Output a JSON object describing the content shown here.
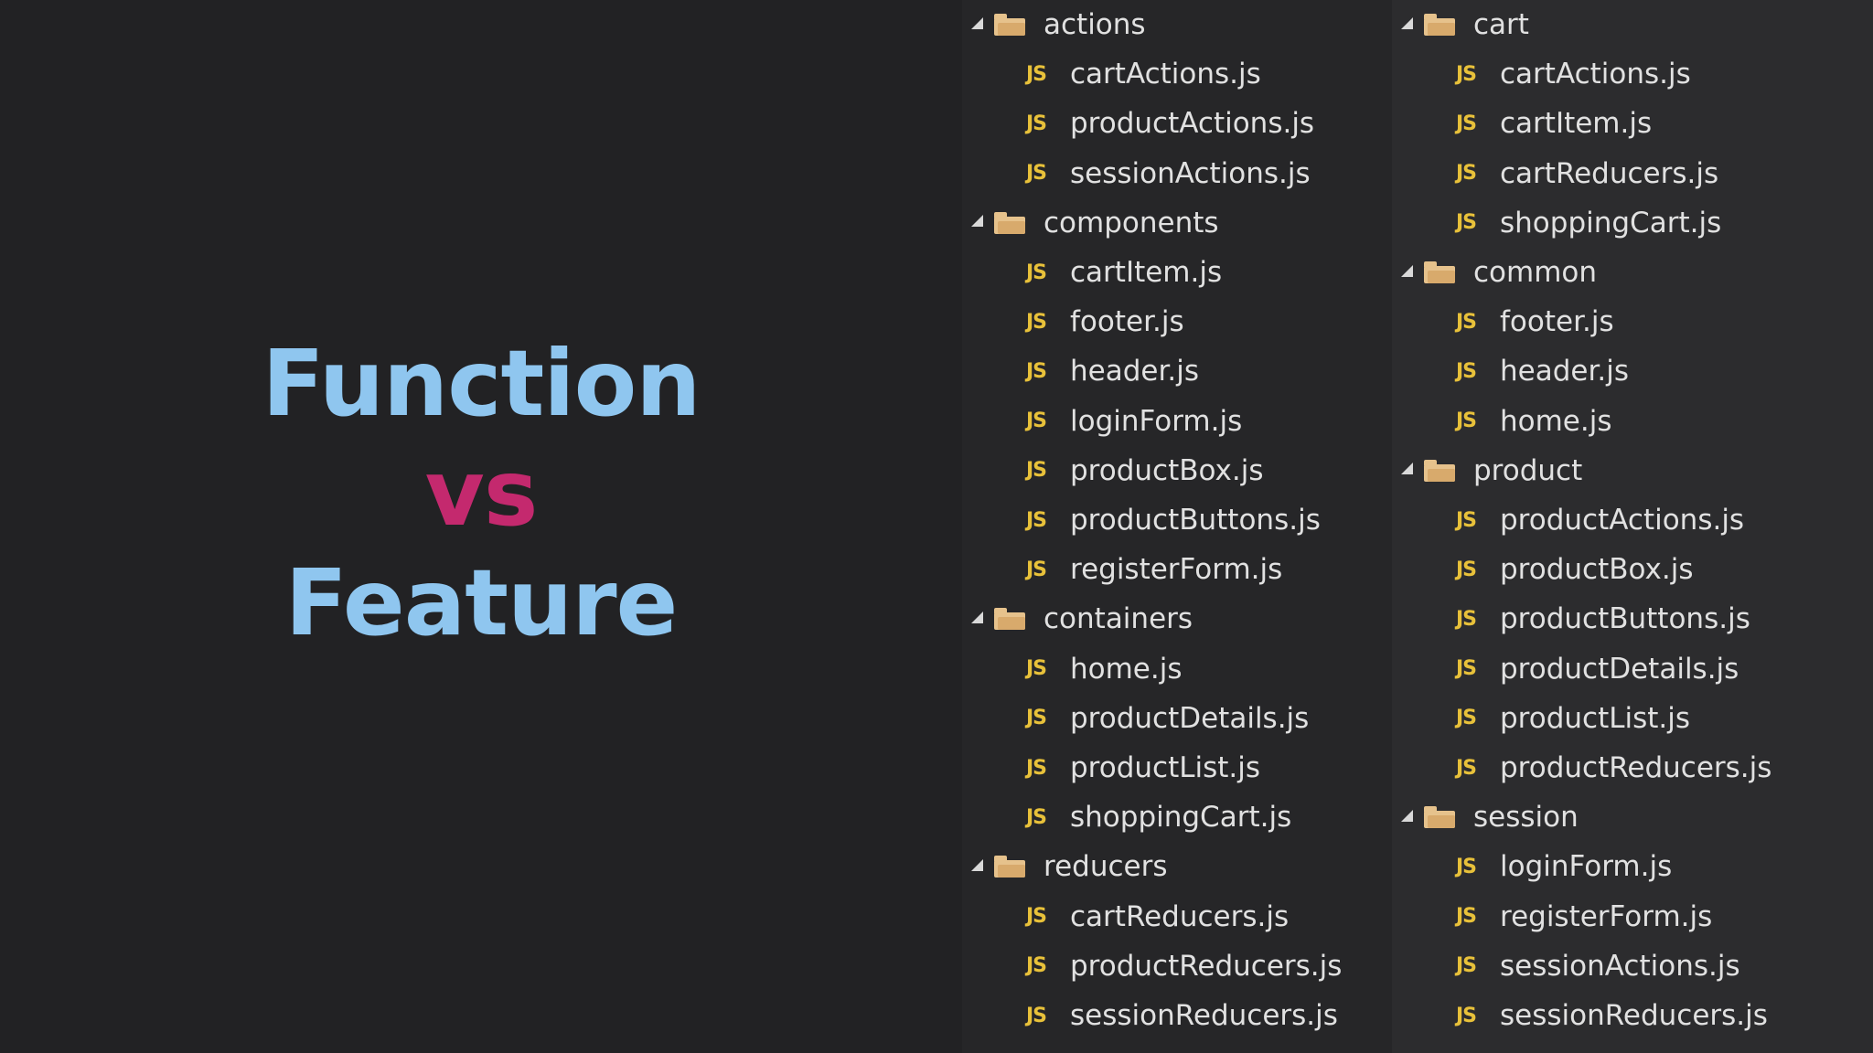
{
  "title": {
    "line1": "Function",
    "line2": "vs",
    "line3": "Feature"
  },
  "colors": {
    "background": "#222224",
    "title_primary": "#8fc6ef",
    "title_accent": "#c4296e",
    "js_icon": "#e8c13a",
    "folder_icon": "#e6c28c",
    "file_text": "#e1e1e1"
  },
  "icons": {
    "folder": "folder-open-icon",
    "file": "js-file-icon",
    "expand": "expanded-arrow-icon"
  },
  "js_label": "JS",
  "function_tree": [
    {
      "type": "folder",
      "name": "actions"
    },
    {
      "type": "file",
      "name": "cartActions.js"
    },
    {
      "type": "file",
      "name": "productActions.js"
    },
    {
      "type": "file",
      "name": "sessionActions.js"
    },
    {
      "type": "folder",
      "name": "components"
    },
    {
      "type": "file",
      "name": "cartItem.js"
    },
    {
      "type": "file",
      "name": "footer.js"
    },
    {
      "type": "file",
      "name": "header.js"
    },
    {
      "type": "file",
      "name": "loginForm.js"
    },
    {
      "type": "file",
      "name": "productBox.js"
    },
    {
      "type": "file",
      "name": "productButtons.js"
    },
    {
      "type": "file",
      "name": "registerForm.js"
    },
    {
      "type": "folder",
      "name": "containers"
    },
    {
      "type": "file",
      "name": "home.js"
    },
    {
      "type": "file",
      "name": "productDetails.js"
    },
    {
      "type": "file",
      "name": "productList.js"
    },
    {
      "type": "file",
      "name": "shoppingCart.js"
    },
    {
      "type": "folder",
      "name": "reducers"
    },
    {
      "type": "file",
      "name": "cartReducers.js"
    },
    {
      "type": "file",
      "name": "productReducers.js"
    },
    {
      "type": "file",
      "name": "sessionReducers.js"
    }
  ],
  "feature_tree": [
    {
      "type": "folder",
      "name": "cart"
    },
    {
      "type": "file",
      "name": "cartActions.js"
    },
    {
      "type": "file",
      "name": "cartItem.js"
    },
    {
      "type": "file",
      "name": "cartReducers.js"
    },
    {
      "type": "file",
      "name": "shoppingCart.js"
    },
    {
      "type": "folder",
      "name": "common"
    },
    {
      "type": "file",
      "name": "footer.js"
    },
    {
      "type": "file",
      "name": "header.js"
    },
    {
      "type": "file",
      "name": "home.js"
    },
    {
      "type": "folder",
      "name": "product"
    },
    {
      "type": "file",
      "name": "productActions.js"
    },
    {
      "type": "file",
      "name": "productBox.js"
    },
    {
      "type": "file",
      "name": "productButtons.js"
    },
    {
      "type": "file",
      "name": "productDetails.js"
    },
    {
      "type": "file",
      "name": "productList.js"
    },
    {
      "type": "file",
      "name": "productReducers.js"
    },
    {
      "type": "folder",
      "name": "session"
    },
    {
      "type": "file",
      "name": "loginForm.js"
    },
    {
      "type": "file",
      "name": "registerForm.js"
    },
    {
      "type": "file",
      "name": "sessionActions.js"
    },
    {
      "type": "file",
      "name": "sessionReducers.js"
    }
  ]
}
